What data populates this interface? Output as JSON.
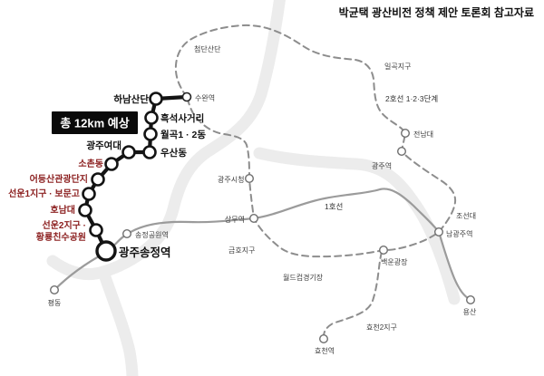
{
  "title": "박균택 광산비전 정책 제안 토론회 참고자료",
  "badge": {
    "label": "총 12km 예상"
  },
  "lines": {
    "line1_label": "1호선",
    "line2_label": "2호선 1·2·3단계"
  },
  "proposed_stations": [
    {
      "label": "하남산단"
    },
    {
      "label": "흑석사거리"
    },
    {
      "label": "월곡1 · 2동"
    },
    {
      "label": "우산동"
    },
    {
      "label": "광주여대"
    },
    {
      "label": "소촌동"
    },
    {
      "label": "어등산관광단지"
    },
    {
      "label": "선운1지구 · 보문고"
    },
    {
      "label": "호남대"
    },
    {
      "label": "선운2지구 ·",
      "label2": "황룡친수공원"
    },
    {
      "label": "광주송정역"
    }
  ],
  "other_stations": [
    {
      "label": "수완역"
    },
    {
      "label": "광주시청"
    },
    {
      "label": "상무역"
    },
    {
      "label": "전남대"
    },
    {
      "label": "광주역"
    },
    {
      "label": "남광주역"
    },
    {
      "label": "백운광장"
    },
    {
      "label": "송정공원역"
    },
    {
      "label": "평동"
    },
    {
      "label": "용산"
    },
    {
      "label": "효천역"
    }
  ],
  "area_labels": [
    {
      "label": "첨단산단"
    },
    {
      "label": "일곡지구"
    },
    {
      "label": "금호지구"
    },
    {
      "label": "월드컵경기장"
    },
    {
      "label": "조선대"
    },
    {
      "label": "효천2지구"
    }
  ],
  "colors": {
    "proposed_line": "#141414",
    "line1": "#9b9b9b",
    "line2": "#8d8d8d",
    "red_station_label": "#8b1e1e",
    "badge_background": "#0a0a0a",
    "geography_band": "#ececec"
  }
}
